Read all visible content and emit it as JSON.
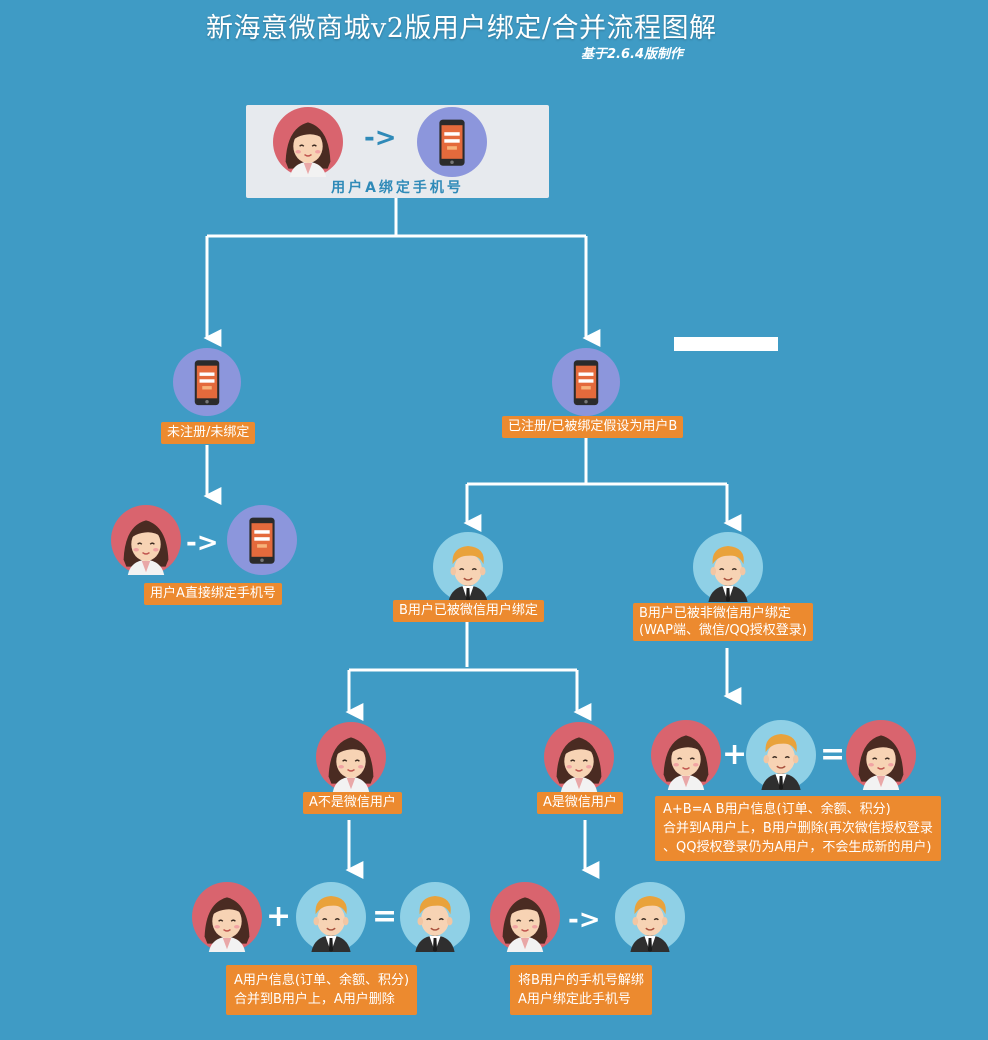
{
  "header": {
    "title": "新海意微商城v2版用户绑定/合并流程图解",
    "subtitle": "基于2.6.4版制作"
  },
  "top": {
    "label": "用户A绑定手机号",
    "arrow": "->"
  },
  "nodes": {
    "unregistered_label": "未注册/未绑定",
    "registered_label": "已注册/已被绑定假设为用户B",
    "direct_bind_label": "用户A直接绑定手机号",
    "direct_arrow": "->",
    "b_wechat_label": "B用户已被微信用户绑定",
    "b_nonwechat_label_line1": "B用户已被非微信用户绑定",
    "b_nonwechat_label_line2": "(WAP端、微信/QQ授权登录)",
    "a_not_wechat_label": "A不是微信用户",
    "a_is_wechat_label": "A是微信用户",
    "merge_ab_line1": "A+B=A B用户信息(订单、余额、积分)",
    "merge_ab_line2": "合并到A用户上，B用户删除(再次微信授权登录",
    "merge_ab_line3": "、QQ授权登录仍为A用户，不会生成新的用户)",
    "merge_ba_line1": "A用户信息(订单、余额、积分)",
    "merge_ba_line2": "合并到B用户上，A用户删除",
    "unbind_line1": "将B用户的手机号解绑",
    "unbind_line2": "A用户绑定此手机号",
    "plus": "+",
    "equals": "=",
    "arrow": "->"
  },
  "colors": {
    "background": "#3f9bc5",
    "label_orange": "#ec8a2f",
    "line_white": "#ffffff",
    "woman_ring": "#d9646e",
    "man_ring": "#8fd0e6",
    "phone_ring": "#8c96dc"
  }
}
